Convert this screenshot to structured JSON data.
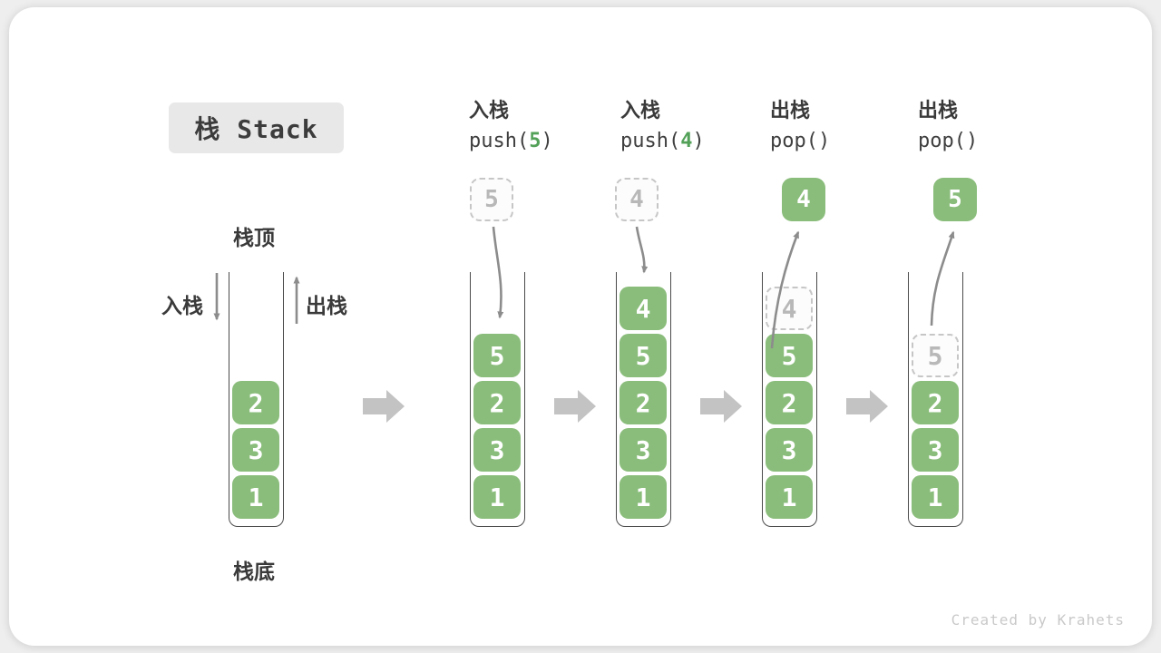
{
  "title": "栈 Stack",
  "watermark": "Created by Krahets",
  "legend": {
    "stack_top": "栈顶",
    "stack_bottom": "栈底",
    "push_label": "入栈",
    "pop_label": "出栈"
  },
  "colors": {
    "cell_green": "#8abd7b",
    "code_num_green": "#53a158",
    "arrow_gray": "#8c8c8c",
    "block_arrow_gray": "#c3c3c3",
    "ghost_border": "#c6c6c6",
    "title_bg": "#e8e8e8"
  },
  "operations": [
    {
      "line1": "入栈",
      "code_pre": "push(",
      "code_num": "5",
      "code_post": ")"
    },
    {
      "line1": "入栈",
      "code_pre": "push(",
      "code_num": "4",
      "code_post": ")"
    },
    {
      "line1": "出栈",
      "code_pre": "pop(",
      "code_num": "",
      "code_post": ")"
    },
    {
      "line1": "出栈",
      "code_pre": "pop(",
      "code_num": "",
      "code_post": ")"
    }
  ],
  "stacks": [
    {
      "items": [
        {
          "v": "2"
        },
        {
          "v": "3"
        },
        {
          "v": "1"
        }
      ]
    },
    {
      "floating": {
        "v": "5",
        "style": "ghost"
      },
      "items": [
        {
          "v": "5"
        },
        {
          "v": "2"
        },
        {
          "v": "3"
        },
        {
          "v": "1"
        }
      ]
    },
    {
      "floating": {
        "v": "4",
        "style": "ghost"
      },
      "items": [
        {
          "v": "4"
        },
        {
          "v": "5"
        },
        {
          "v": "2"
        },
        {
          "v": "3"
        },
        {
          "v": "1"
        }
      ]
    },
    {
      "floating": {
        "v": "4",
        "style": "solid"
      },
      "items": [
        {
          "v": "4",
          "ghost": true
        },
        {
          "v": "5"
        },
        {
          "v": "2"
        },
        {
          "v": "3"
        },
        {
          "v": "1"
        }
      ]
    },
    {
      "floating": {
        "v": "5",
        "style": "solid"
      },
      "items": [
        {
          "v": "5",
          "ghost": true
        },
        {
          "v": "2"
        },
        {
          "v": "3"
        },
        {
          "v": "1"
        }
      ]
    }
  ]
}
